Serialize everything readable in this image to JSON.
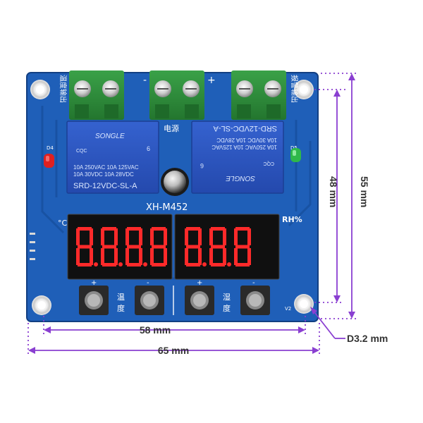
{
  "board": {
    "model": "XH-M452",
    "unit_c": "°C",
    "unit_rh": "RH%",
    "label_temp_out": "温度输出",
    "label_power": "电源",
    "label_alarm_out": "报警输出",
    "label_minus": "-",
    "label_plus": "+",
    "label_d4": "D4",
    "label_d5": "D5",
    "label_temp_short": "温度",
    "label_hum_short": "湿度",
    "label_temp_c1": "温",
    "label_temp_c2": "度",
    "label_hum_c1": "湿",
    "label_hum_c2": "度",
    "label_v2": "V2",
    "btn_plus": "+",
    "btn_minus": "-",
    "display_left": "8.8.8.8",
    "display_right": "8.8.8"
  },
  "relay_left": {
    "brand": "SONGLE",
    "spec_1": "10A 250VAC  10A 125VAC",
    "spec_2": "10A 30VDC   10A 28VDC",
    "model": "SRD-12VDC-SL-A",
    "mark_cqc": "CQC",
    "mark_6": "6"
  },
  "relay_right": {
    "brand": "SONGLE",
    "model": "SRD-12VDC-SL-A",
    "spec_1": "10A 250VAC  10A 125VAC",
    "spec_2": "10A 30VDC   10A 28VDC",
    "mark_cqc": "CQC",
    "mark_6": "6"
  },
  "dimensions": {
    "height_inner": "48 mm",
    "height_outer": "55 mm",
    "width_inner": "58 mm",
    "width_outer": "65 mm",
    "hole_diameter": "D3.2 mm"
  },
  "colors": {
    "pcb": "#1f5fb8",
    "pcb_dark": "#0f3f8a",
    "terminal": "#2e8b3a",
    "relay": "#2b56c4",
    "digit_on": "#ff2a2a",
    "dim_line": "#8a3fd1",
    "led_red": "#e02020",
    "led_green": "#2fb84a"
  }
}
